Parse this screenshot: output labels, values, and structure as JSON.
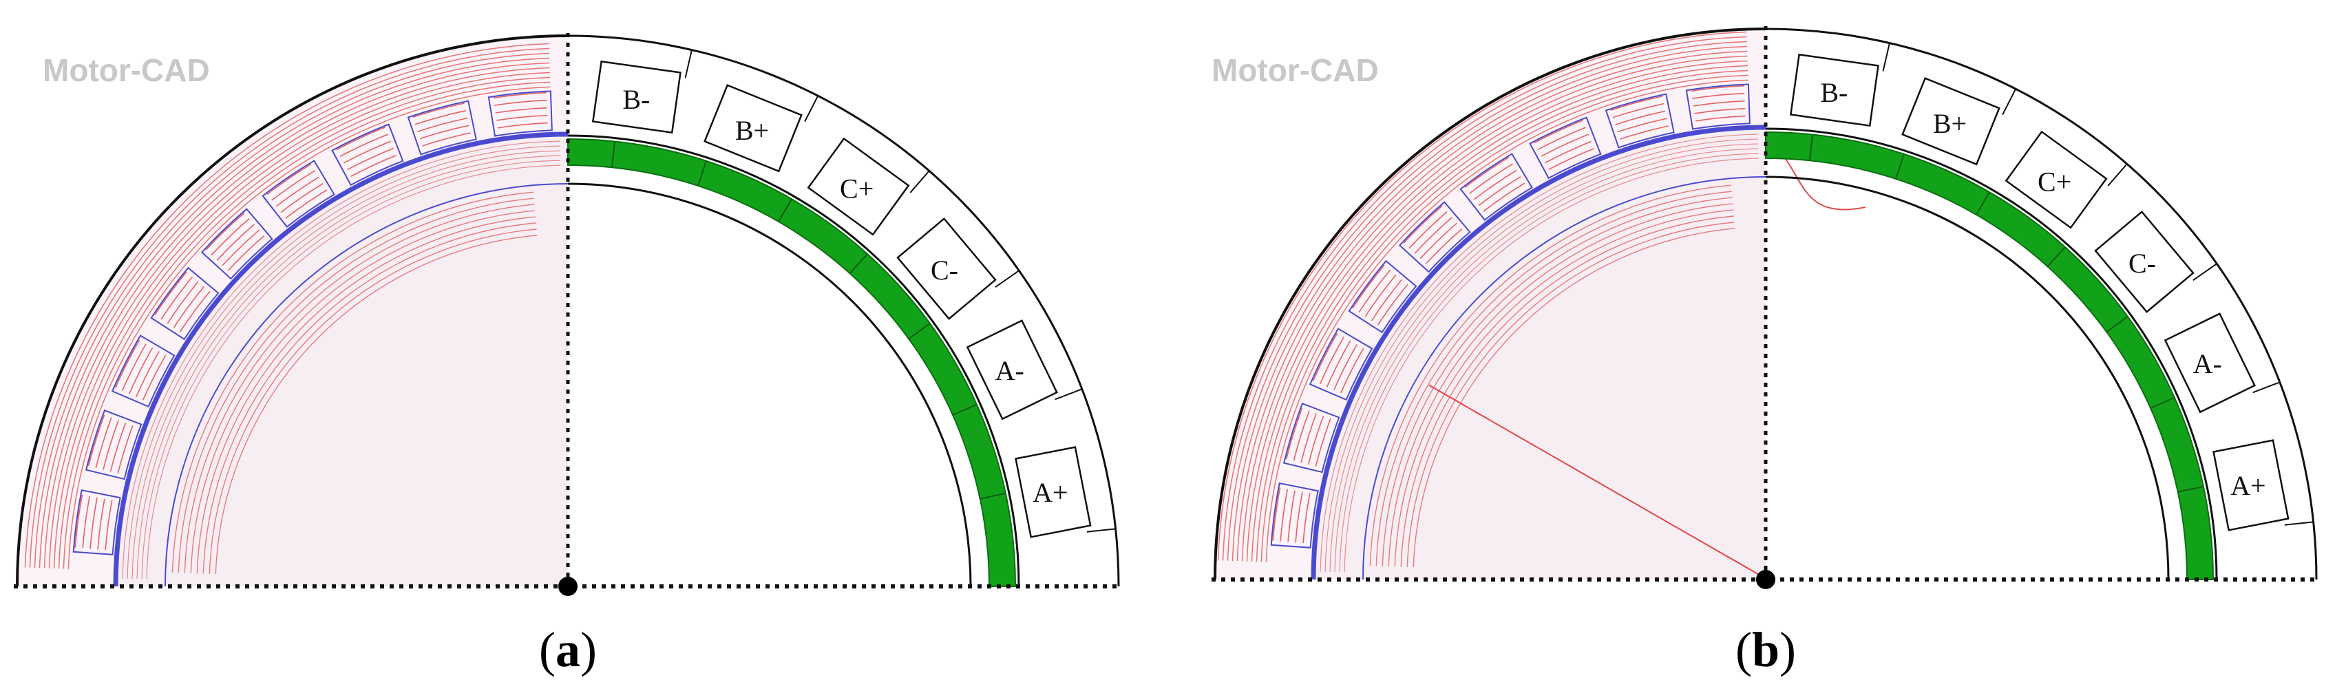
{
  "figure": {
    "panels": [
      {
        "id": "a",
        "watermark": "Motor-CAD",
        "caption_open": "(",
        "caption_letter": "a",
        "caption_close": ")",
        "slot_labels": [
          "B-",
          "B+",
          "C+",
          "C-",
          "A-",
          "A+"
        ]
      },
      {
        "id": "b",
        "watermark": "Motor-CAD",
        "caption_open": "(",
        "caption_letter": "b",
        "caption_close": ")",
        "slot_labels": [
          "B-",
          "B+",
          "C+",
          "C-",
          "A-",
          "A+"
        ]
      }
    ]
  },
  "colors": {
    "magnet_green": "#12a21a",
    "flux_red": "#e04848",
    "airgap_blue": "#4a4ad0",
    "shaded_fill": "#f7eef4",
    "outline": "#111111",
    "watermark_gray": "#c8c8c8"
  }
}
